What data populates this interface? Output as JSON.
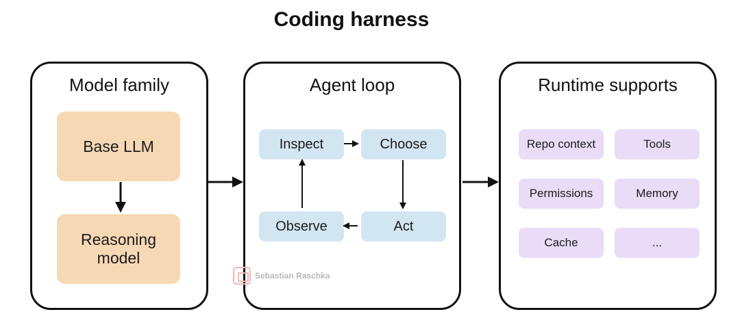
{
  "title": "Coding harness",
  "panels": {
    "model_family": {
      "title": "Model family",
      "boxes": [
        "Base LLM",
        "Reasoning\nmodel"
      ]
    },
    "agent_loop": {
      "title": "Agent loop",
      "steps": {
        "inspect": "Inspect",
        "choose": "Choose",
        "act": "Act",
        "observe": "Observe"
      }
    },
    "runtime_supports": {
      "title": "Runtime supports",
      "items": [
        "Repo context",
        "Tools",
        "Permissions",
        "Memory",
        "Cache",
        "..."
      ]
    }
  },
  "watermark": "Sebastian Raschka",
  "colors": {
    "model_box": "#f7d8b4",
    "loop_box": "#d2e6f2",
    "support_box": "#e8dcf7",
    "stroke": "#111111"
  }
}
